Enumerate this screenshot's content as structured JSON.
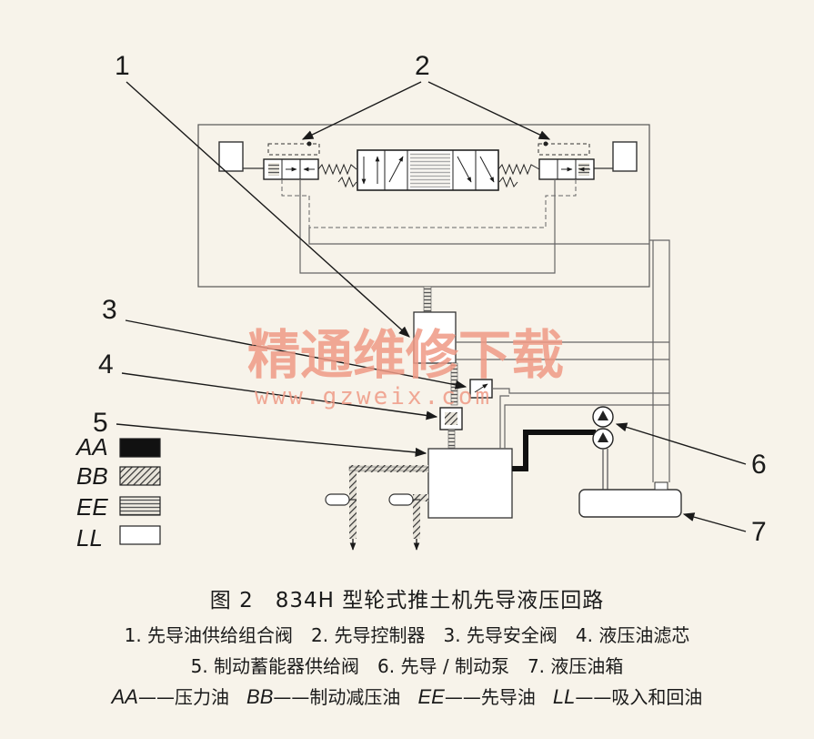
{
  "callouts": [
    "1",
    "2",
    "3",
    "4",
    "5",
    "6",
    "7"
  ],
  "legend": [
    {
      "code": "AA",
      "color": "#111111",
      "pattern": "solid"
    },
    {
      "code": "BB",
      "color": "#444444",
      "pattern": "hatch"
    },
    {
      "code": "EE",
      "color": "#666666",
      "pattern": "stripes"
    },
    {
      "code": "LL",
      "color": "#ffffff",
      "pattern": "blank"
    }
  ],
  "watermark": {
    "text": "精通维修下载",
    "url": "www.gzweix.com"
  },
  "caption": {
    "title": "图 2　834H 型轮式推土机先导液压回路",
    "line1": "1. 先导油供给组合阀　2. 先导控制器　3. 先导安全阀　4. 液压油滤芯",
    "line2": "5. 制动蓄能器供给阀　6. 先导 / 制动泵　7. 液压油箱",
    "line3": [
      {
        "code": "AA",
        "desc": "——压力油"
      },
      {
        "code": "BB",
        "desc": "——制动减压油"
      },
      {
        "code": "EE",
        "desc": "——先导油"
      },
      {
        "code": "LL",
        "desc": "——吸入和回油"
      }
    ]
  }
}
